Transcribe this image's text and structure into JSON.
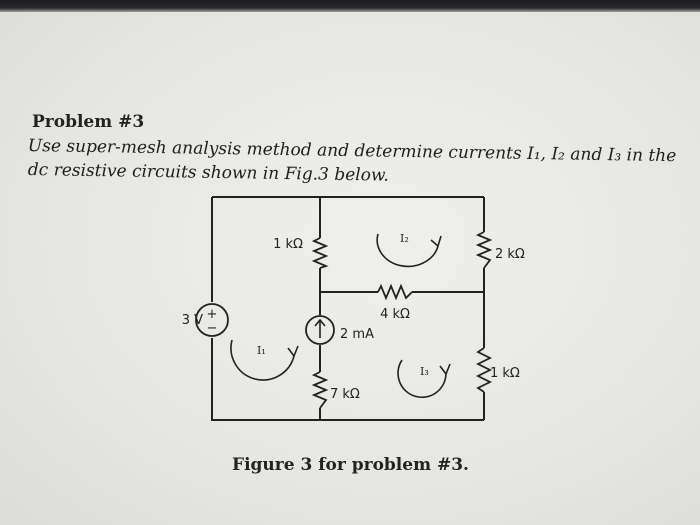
{
  "problem": {
    "title": "Problem #3",
    "line1": "Use super-mesh analysis method and determine currents I₁, I₂ and I₃ in the",
    "line2": "dc resistive circuits shown in Fig.3 below."
  },
  "circuit": {
    "source_voltage": "3 V",
    "r_top_left": "1 kΩ",
    "r_top_right": "2 kΩ",
    "r_middle": "4 kΩ",
    "current_source": "2 mA",
    "r_bottom_right": "1 kΩ",
    "r_bottom_middle": "7 kΩ",
    "mesh_1": "I₁",
    "mesh_2": "I₂",
    "mesh_3": "I₃"
  },
  "caption": "Figure 3 for problem #3."
}
